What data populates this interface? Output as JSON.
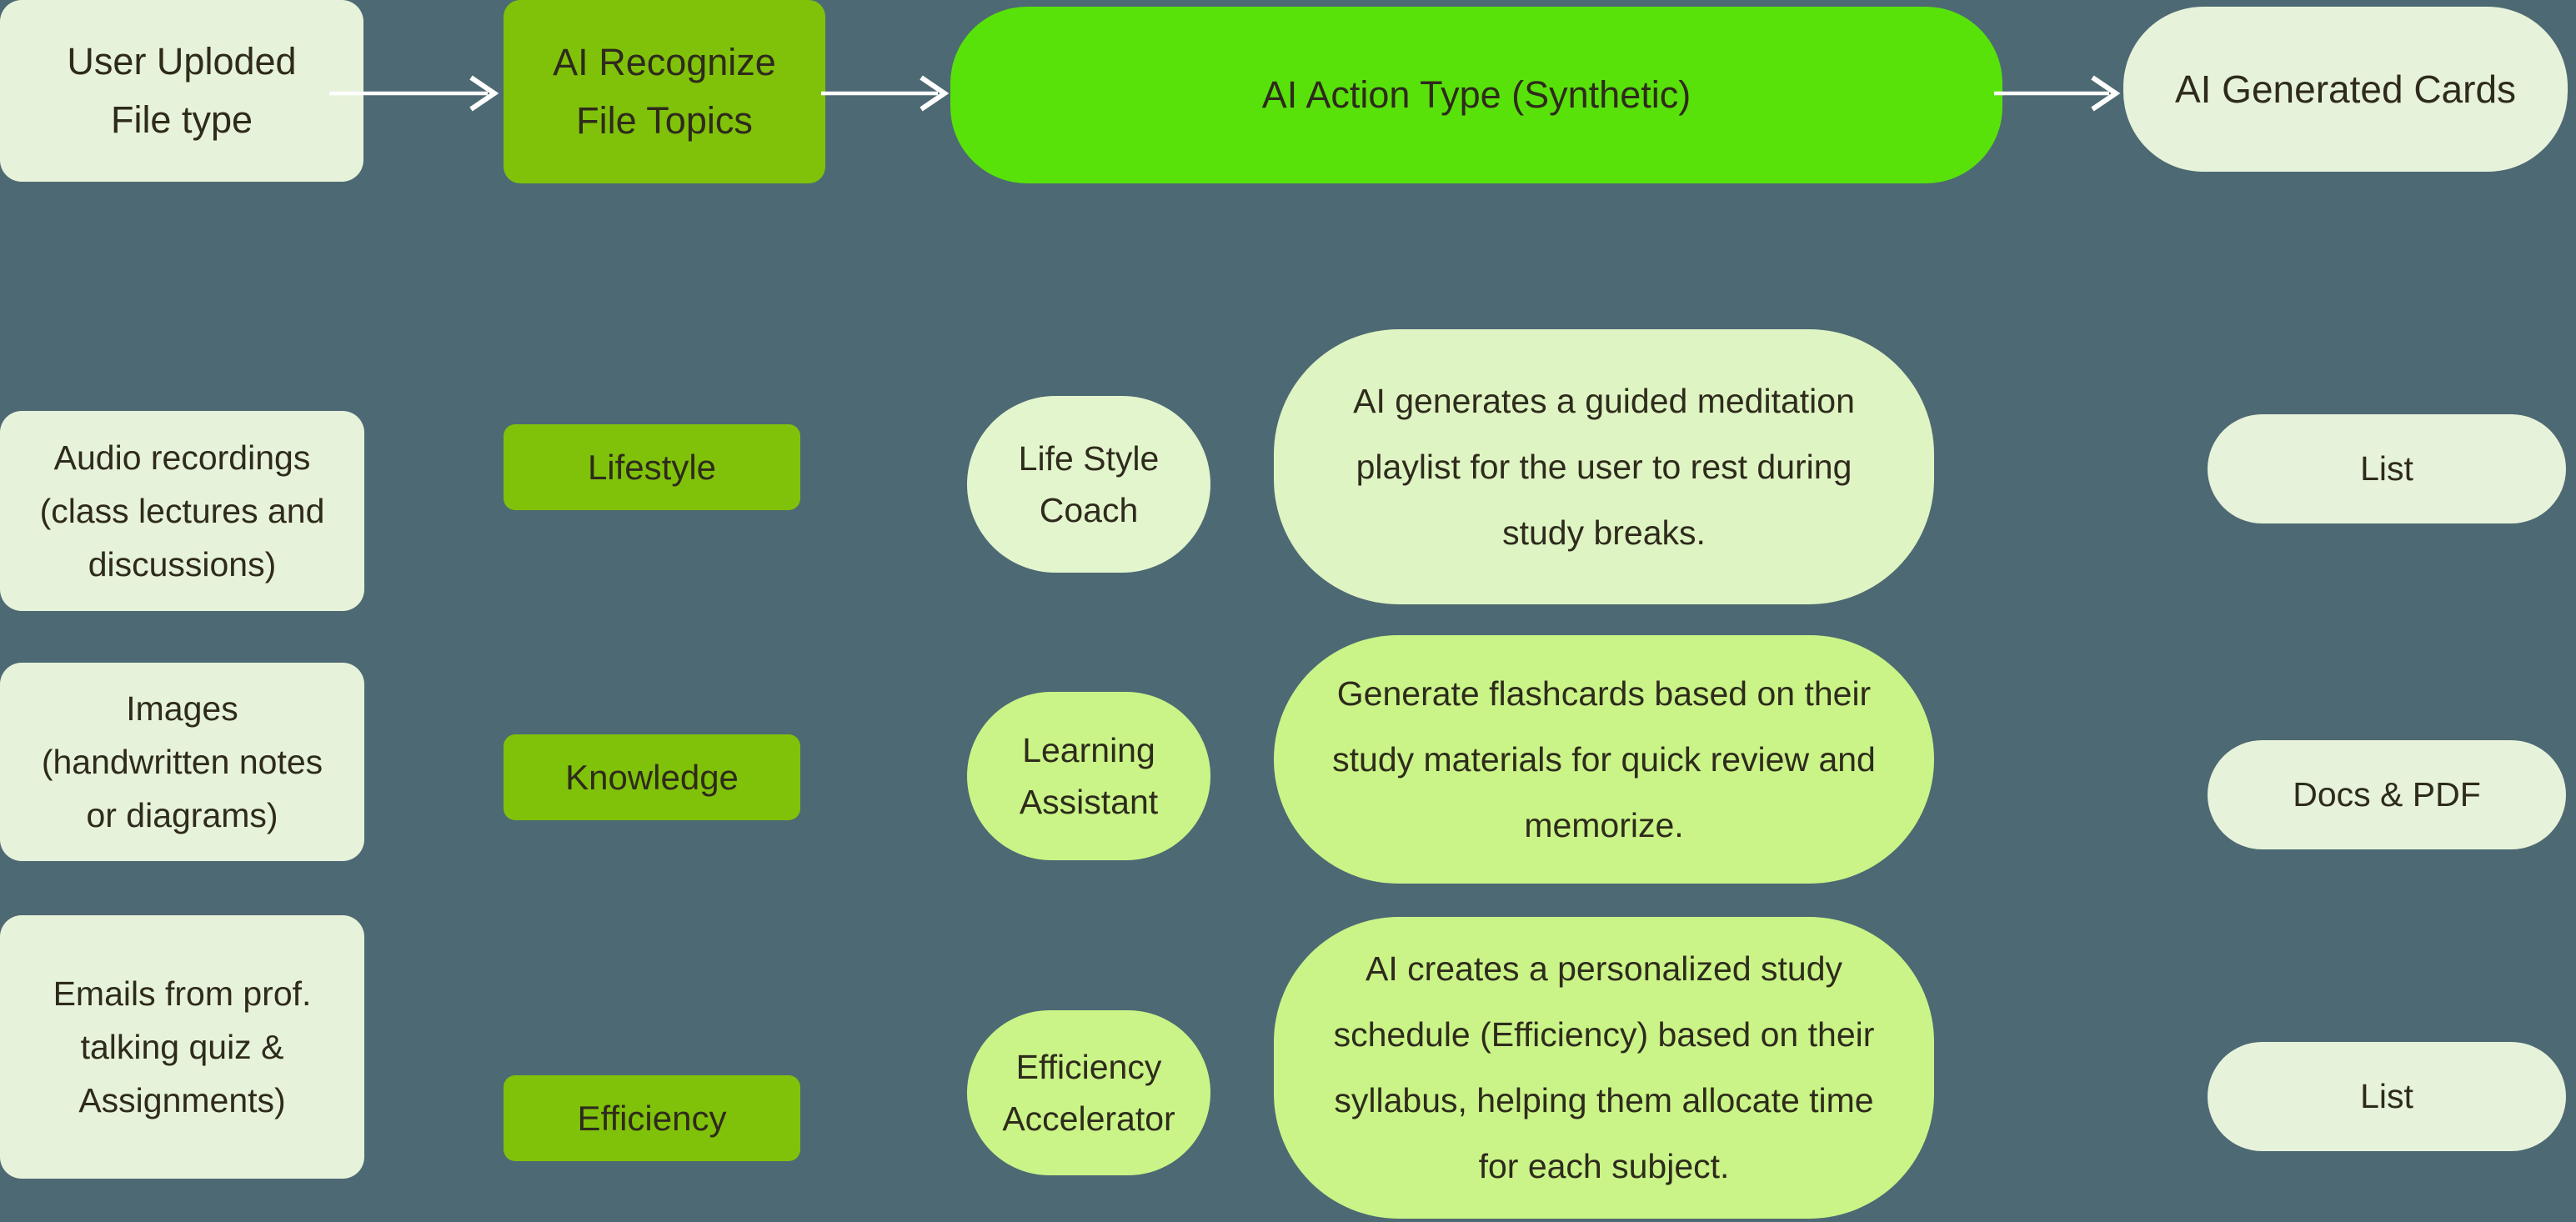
{
  "diagram": {
    "type": "flowchart",
    "palette": {
      "background": "#4d6973",
      "node_light": "#e7f2da",
      "node_medium_green": "#80c20a",
      "node_vivid_green": "#58e20a",
      "node_soft_green": "#e3f5cd",
      "node_bright_green": "#caf487",
      "bubble_pale_green": "#dff4c3",
      "text": "#2e2b1c",
      "arrow": "#ffffff"
    }
  },
  "header": {
    "file_type": "User Uploded\nFile type",
    "recognize": "AI Recognize\nFile Topics",
    "action": "AI Action Type (Synthetic)",
    "cards": "AI Generated Cards"
  },
  "connectors": [
    {
      "from": "User Uploded File type",
      "to": "AI Recognize File Topics",
      "direction": "right"
    },
    {
      "from": "AI Recognize File Topics",
      "to": "AI Action Type (Synthetic)",
      "direction": "right"
    },
    {
      "from": "AI Action Type (Synthetic)",
      "to": "AI Generated Cards",
      "direction": "right"
    }
  ],
  "rows": [
    {
      "file_type": "Audio recordings\n(class lectures and\ndiscussions)",
      "topic": "Lifestyle",
      "agent": "Life Style\nCoach",
      "action": "AI generates a guided meditation\nplaylist for the user to rest during\nstudy breaks.",
      "card": "List"
    },
    {
      "file_type": "Images\n(handwritten notes\nor diagrams)",
      "topic": "Knowledge",
      "agent": "Learning\nAssistant",
      "action": "Generate flashcards based on their\nstudy materials for quick review and\nmemorize.",
      "card": "Docs & PDF"
    },
    {
      "file_type": "Emails from prof.\ntalking quiz &\nAssignments)",
      "topic": "Efficiency",
      "agent": "Efficiency\nAccelerator",
      "action": "AI creates a personalized study\nschedule (Efficiency) based on their\nsyllabus, helping them allocate time\nfor each subject.",
      "card": "List"
    }
  ]
}
